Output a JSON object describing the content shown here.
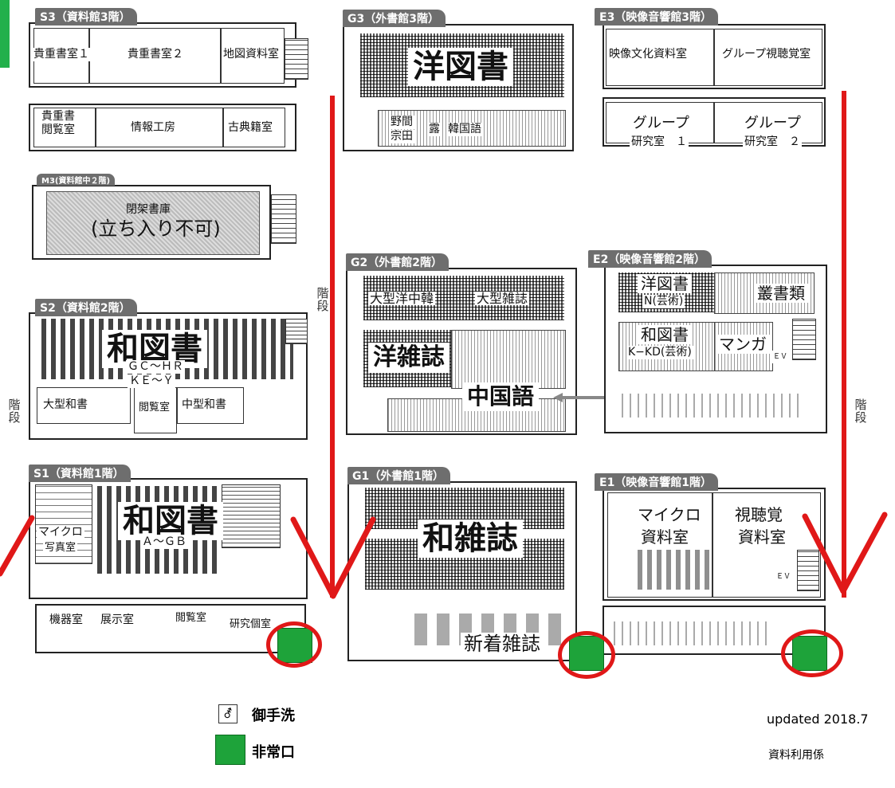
{
  "buildings": {
    "s3": {
      "tab": "S3（資料館3階）",
      "rooms": [
        "貴重書室１",
        "貴重書室２",
        "地図資料室",
        "貴重書\n閲覧室",
        "情報工房",
        "古典籍室"
      ]
    },
    "m3": {
      "tab": "M3(資料館中２階)",
      "line1": "閉架書庫",
      "line2": "(立ち入り不可)"
    },
    "s2": {
      "tab": "S2（資料館2階）",
      "main": "和図書",
      "range1": "ＧＣ～ＨＲ",
      "range2": "ＫＥ～Ｙ",
      "rooms": [
        "大型和書",
        "閲覧室",
        "中型和書"
      ]
    },
    "s1": {
      "tab": "S1（資料館1階）",
      "main": "和図書",
      "range": "Ａ～ＧＢ",
      "rooms": [
        "マイクロ",
        "写真室",
        "機器室",
        "展示室",
        "閲覧室",
        "研究個室"
      ]
    },
    "g3": {
      "tab": "G3（外書館3階）",
      "main": "洋図書",
      "rooms": [
        "野間",
        "宗田",
        "露",
        "韓国語"
      ]
    },
    "g2": {
      "tab": "G2（外書館2階）",
      "rooms": [
        "大型洋中韓",
        "大型雑誌",
        "洋雑誌",
        "中国語"
      ]
    },
    "g1": {
      "tab": "G1（外書館1階）",
      "main": "和雑誌",
      "rooms": [
        "新着雑誌"
      ]
    },
    "e3": {
      "tab": "E3（映像音響館3階）",
      "rooms": [
        "映像文化資料室",
        "グループ視聴覚室",
        "グループ",
        "研究室　１",
        "グループ",
        "研究室　２"
      ]
    },
    "e2": {
      "tab": "E2（映像音響館2階）",
      "rooms": [
        "洋図書",
        "N(芸術)",
        "叢書類",
        "和図書",
        "K−KD(芸術)",
        "マンガ"
      ]
    },
    "e1": {
      "tab": "E1（映像音響館1階）",
      "rooms": [
        "マイクロ",
        "資料室",
        "視聴覚",
        "資料室"
      ]
    }
  },
  "stairs_label": "階\n段",
  "ev_label": "ＥＶ",
  "legend": {
    "toilet_icon": "restroom-icon",
    "toilet_label": "御手洗",
    "exit_icon": "emergency-exit-icon",
    "exit_label": "非常口"
  },
  "footer": {
    "updated": "updated 2018.7",
    "dept": "資料利用係"
  },
  "colors": {
    "route": "#e01818",
    "exit_green": "#1ea33a",
    "tab_grey": "#6e6e6e",
    "accent_green": "#22b04b"
  }
}
